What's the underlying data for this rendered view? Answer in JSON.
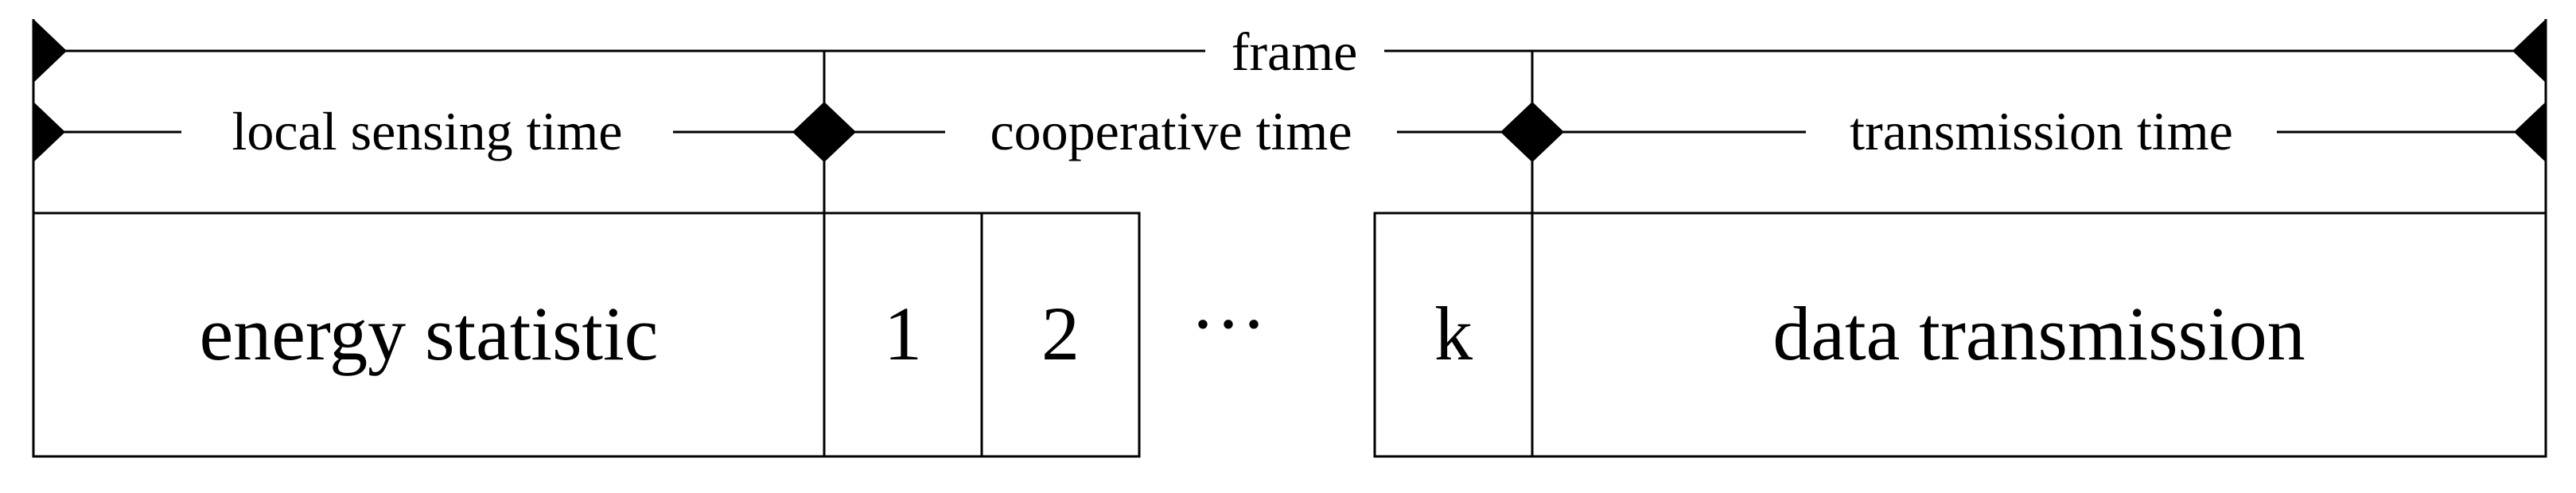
{
  "spans": {
    "frame": "frame",
    "local_sensing": "local sensing time",
    "cooperative": "cooperative time",
    "transmission": "transmission time"
  },
  "blocks": {
    "energy": "energy statistic",
    "slot_1": "1",
    "slot_2": "2",
    "ellipsis": "···",
    "slot_k": "k",
    "data": "data transmission"
  }
}
